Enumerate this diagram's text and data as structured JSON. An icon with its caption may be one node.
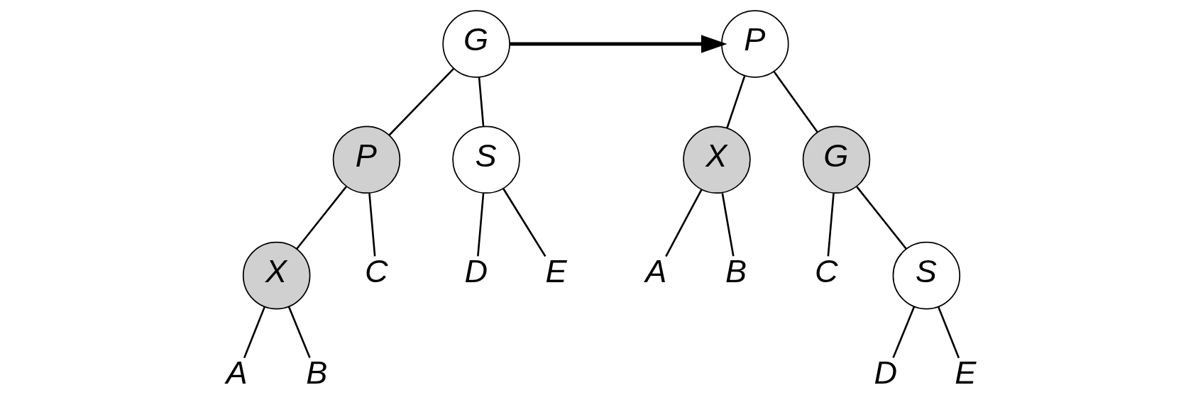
{
  "diagram": {
    "nodes": [
      {
        "text": [
          "G"
        ]
      },
      {
        "text": [
          "P"
        ]
      },
      {
        "text": [
          "S"
        ]
      },
      {
        "text": [
          "X"
        ]
      },
      {
        "text": [
          "C"
        ]
      },
      {
        "text": [
          "D"
        ]
      },
      {
        "text": [
          "E"
        ]
      },
      {
        "text": [
          "A"
        ]
      },
      {
        "text": [
          "B"
        ]
      },
      {
        "text": [
          "P"
        ]
      },
      {
        "text": [
          "X"
        ]
      },
      {
        "text": [
          "G"
        ]
      },
      {
        "text": [
          "A"
        ]
      },
      {
        "text": [
          "B"
        ]
      },
      {
        "text": [
          "C"
        ]
      },
      {
        "text": [
          "S"
        ]
      },
      {
        "text": [
          "D"
        ]
      },
      {
        "text": [
          "E"
        ]
      }
    ],
    "edges": [
      {
        "from": 0,
        "to": 1,
        "arrow": "none"
      },
      {
        "from": 0,
        "to": 2,
        "arrow": "none"
      },
      {
        "from": 1,
        "to": 3,
        "arrow": "none"
      },
      {
        "from": 1,
        "to": 4,
        "arrow": "none"
      },
      {
        "from": 2,
        "to": 5,
        "arrow": "none"
      },
      {
        "from": 2,
        "to": 6,
        "arrow": "none"
      },
      {
        "from": 3,
        "to": 7,
        "arrow": "none"
      },
      {
        "from": 3,
        "to": 8,
        "arrow": "none"
      },
      {
        "from": 0,
        "to": 9,
        "arrow": "to",
        "style": "thick"
      },
      {
        "from": 9,
        "to": 10,
        "arrow": "none"
      },
      {
        "from": 9,
        "to": 11,
        "arrow": "none"
      },
      {
        "from": 10,
        "to": 12,
        "arrow": "none"
      },
      {
        "from": 10,
        "to": 13,
        "arrow": "none"
      },
      {
        "from": 11,
        "to": 14,
        "arrow": "none"
      },
      {
        "from": 11,
        "to": 15,
        "arrow": "none"
      },
      {
        "from": 15,
        "to": 16,
        "arrow": "none"
      },
      {
        "from": 15,
        "to": 17,
        "arrow": "none"
      }
    ]
  }
}
